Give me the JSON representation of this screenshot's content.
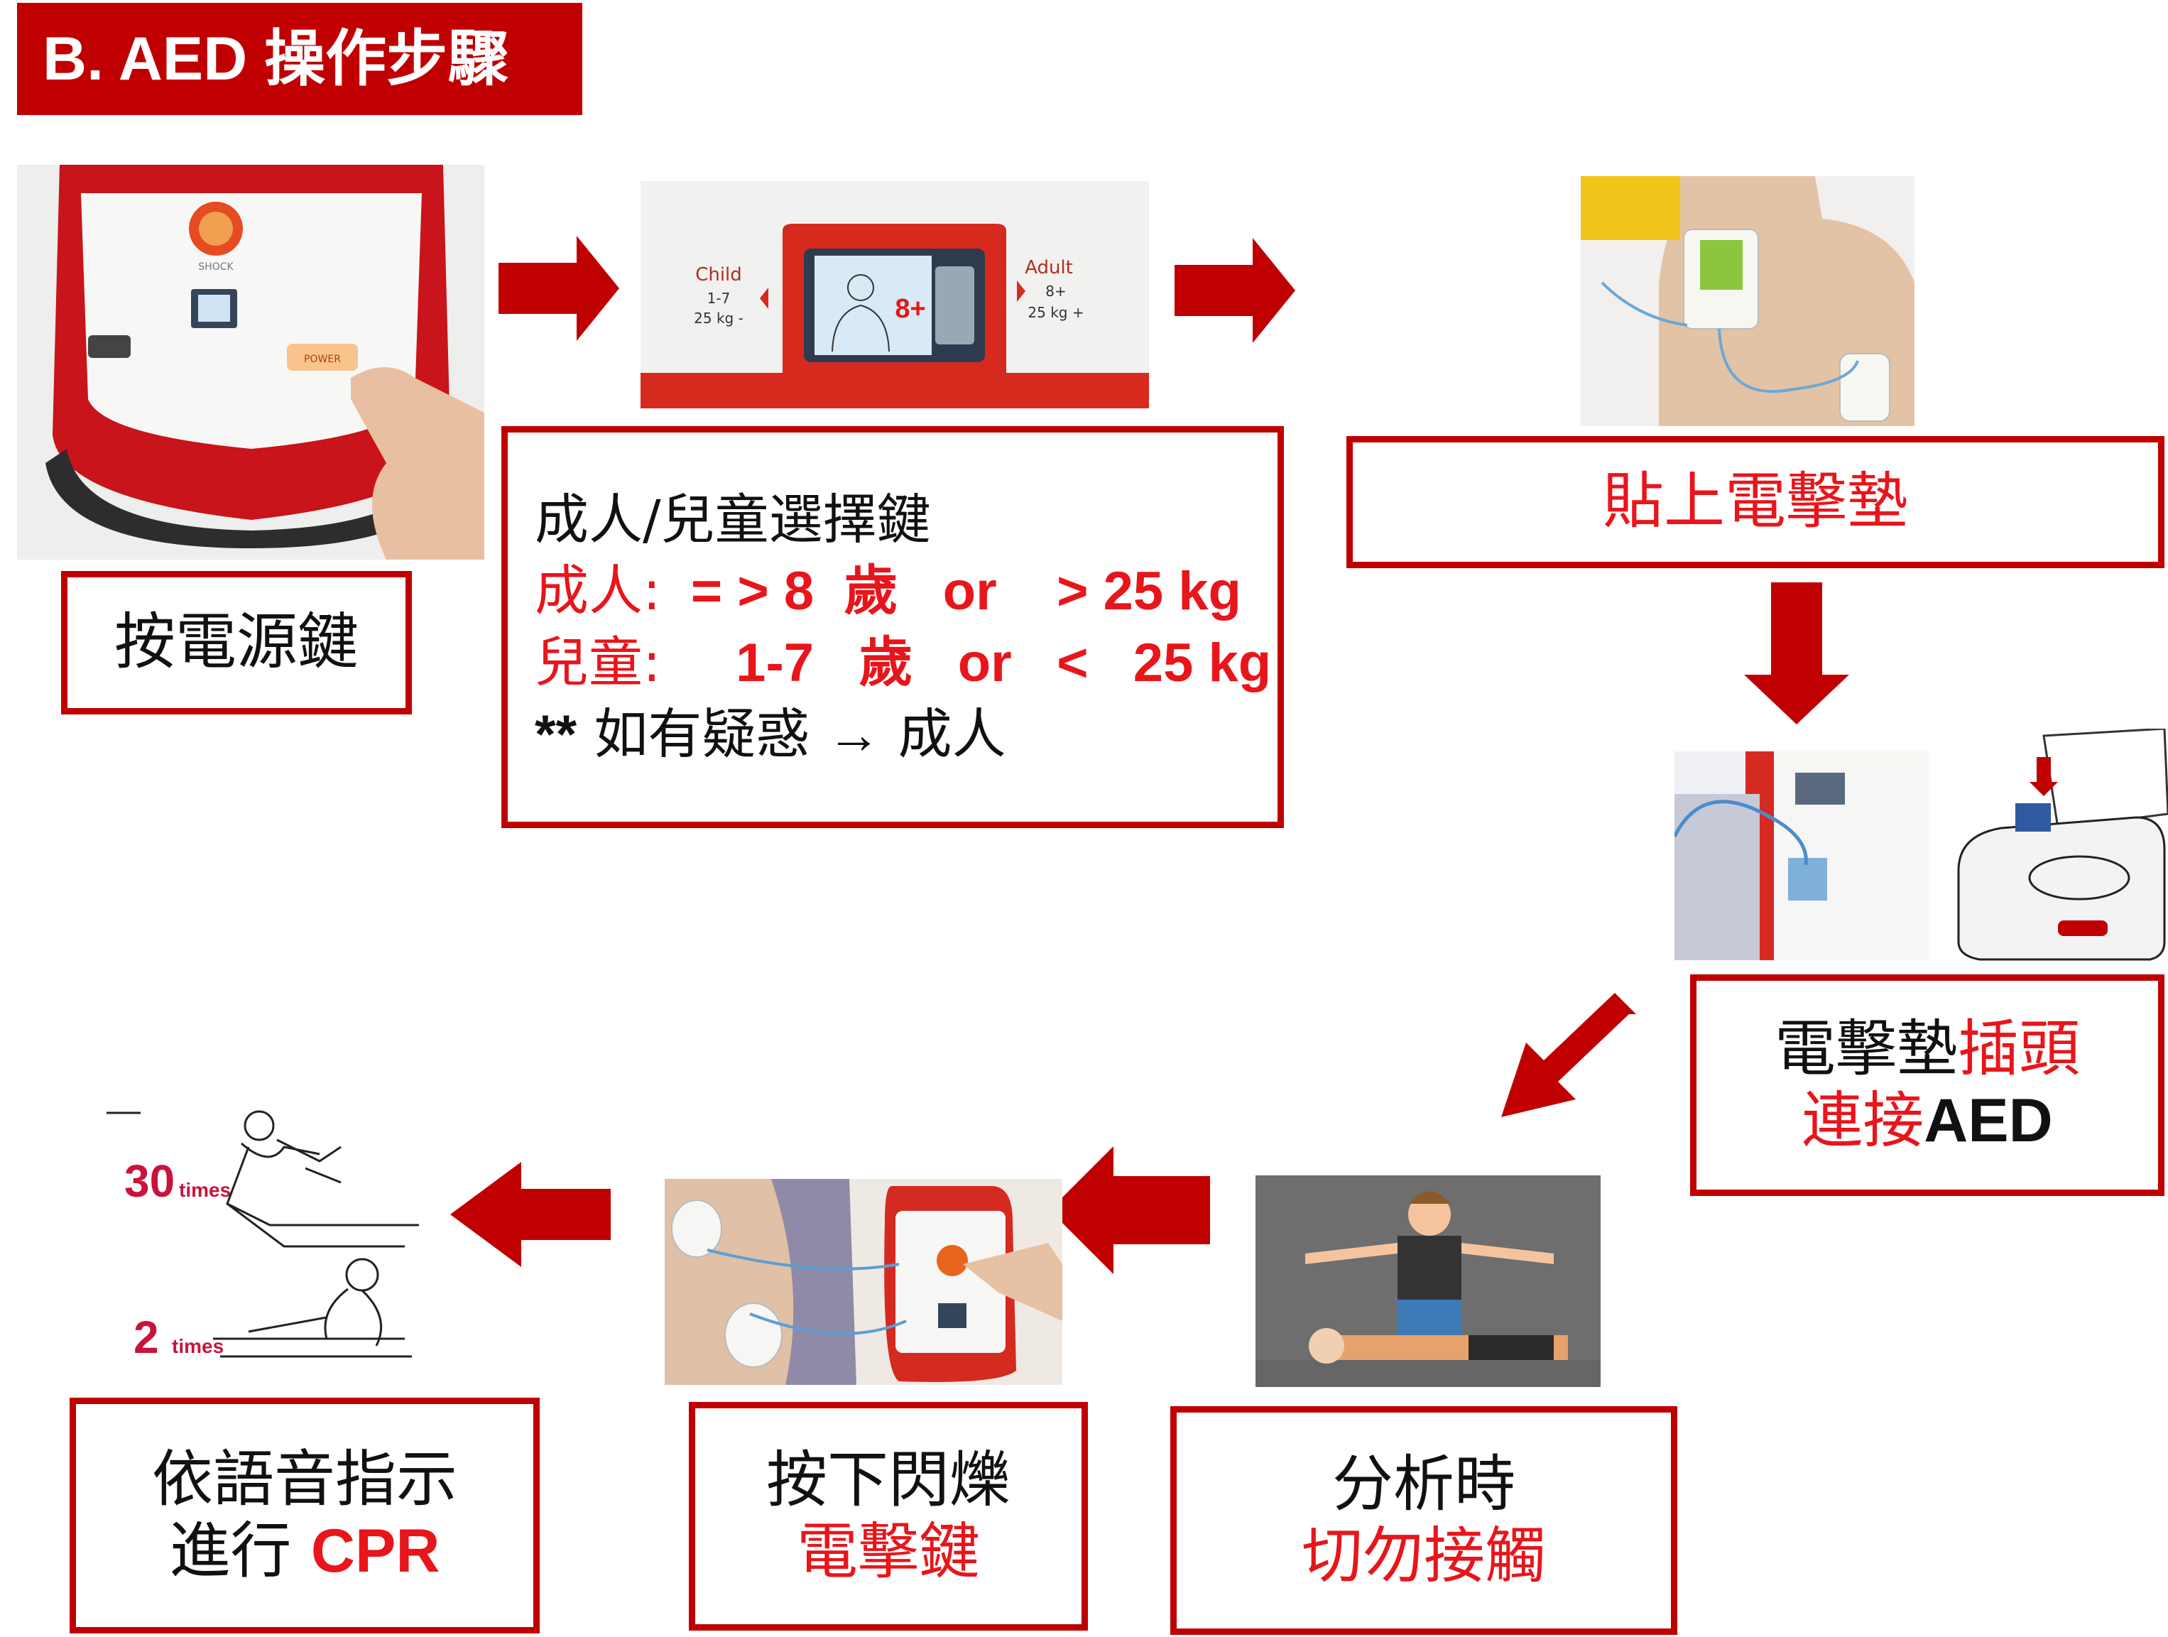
{
  "title": "B.  AED 操作步驟",
  "steps": {
    "power": {
      "label": "按電源鍵"
    },
    "select": {
      "line1": "成人/兒童選擇鍵",
      "adult_prefix": "成人:",
      "adult_rest": "  = > 8  歲   or    > 25 kg",
      "child_prefix": "兒童:",
      "child_rest": "     1-7   歲   or   <   25 kg",
      "note_stars": "**",
      "note_text": " 如有疑惑 ",
      "note_arrow": "→",
      "note_end": " 成人"
    },
    "pads": {
      "label": "貼上電擊墊"
    },
    "connect": {
      "line1_black": "電擊墊",
      "line1_red": "插頭",
      "line2_red": "連接",
      "line2_black": "AED"
    },
    "analyze": {
      "line1": "分析時",
      "line2": "切勿接觸"
    },
    "shock": {
      "line1": "按下閃爍",
      "line2": "電擊鍵"
    },
    "cpr": {
      "line1": "依語音指示",
      "line2_black": "進行 ",
      "line2_red": "CPR"
    }
  },
  "photo_text": {
    "selector_child": "Child",
    "selector_child_age": "1-7",
    "selector_child_kg": "25 kg -",
    "selector_adult": "Adult",
    "selector_adult_age": "8+",
    "selector_adult_kg": "25 kg +",
    "selector_screen": "8+",
    "power_button": "POWER",
    "shock_label": "SHOCK",
    "cpr_compressions": "30",
    "cpr_breaths": "2",
    "cpr_times": "times"
  },
  "colors": {
    "accent": "#c00000",
    "arrow": "#c00000",
    "text_red": "#e8151b"
  },
  "icons": [
    "arrow-right-icon",
    "arrow-down-icon",
    "arrow-down-left-icon",
    "arrow-left-icon"
  ]
}
